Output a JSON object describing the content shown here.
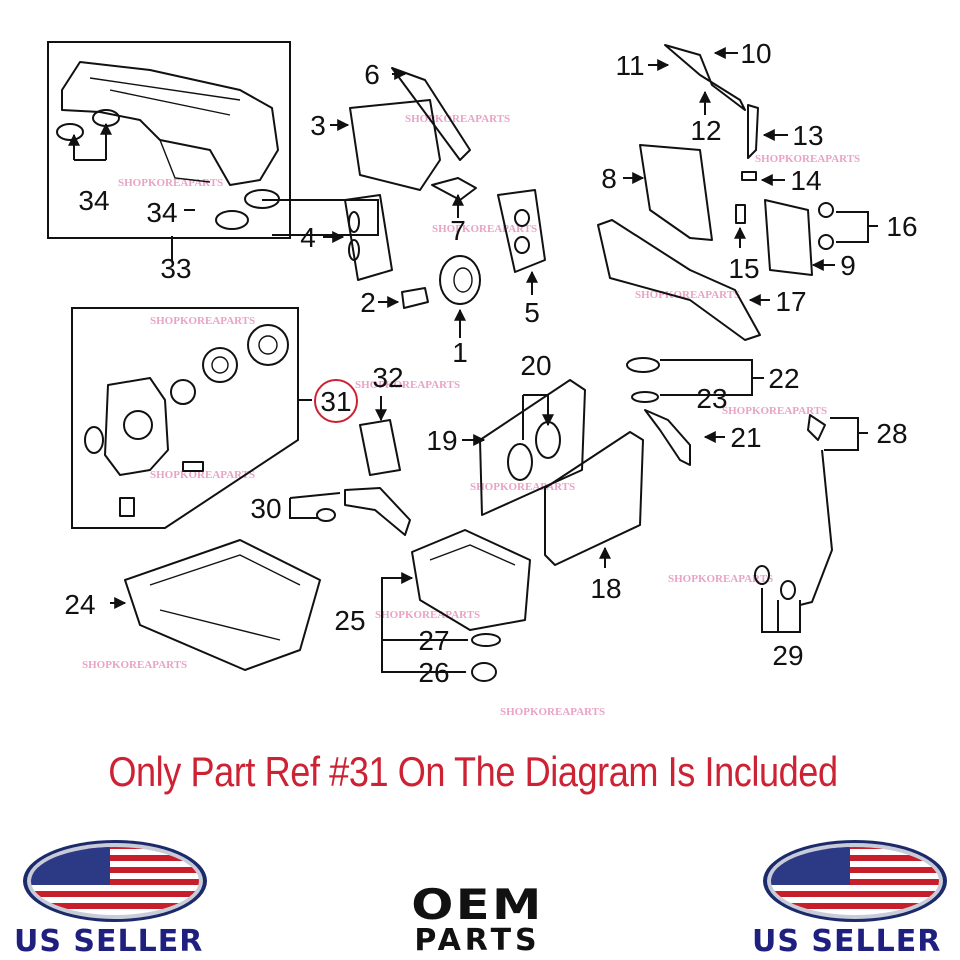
{
  "diagram": {
    "callouts": [
      "1",
      "2",
      "3",
      "4",
      "5",
      "6",
      "7",
      "8",
      "9",
      "10",
      "11",
      "12",
      "13",
      "14",
      "15",
      "16",
      "17",
      "18",
      "19",
      "20",
      "21",
      "22",
      "23",
      "24",
      "25",
      "26",
      "27",
      "28",
      "29",
      "30",
      "31",
      "32",
      "33",
      "34"
    ],
    "highlighted_callout": "31",
    "highlight_color": "#cc2233",
    "watermark": "SHOPKOREAPARTS"
  },
  "notice": {
    "text": "Only Part Ref #31 On The Diagram Is Included",
    "color": "#cc2233"
  },
  "seller_badges": {
    "label": "US SELLER",
    "icon": "us-flag-oval-icon"
  },
  "brand": {
    "line1": "OEM",
    "line2": "PARTS"
  }
}
